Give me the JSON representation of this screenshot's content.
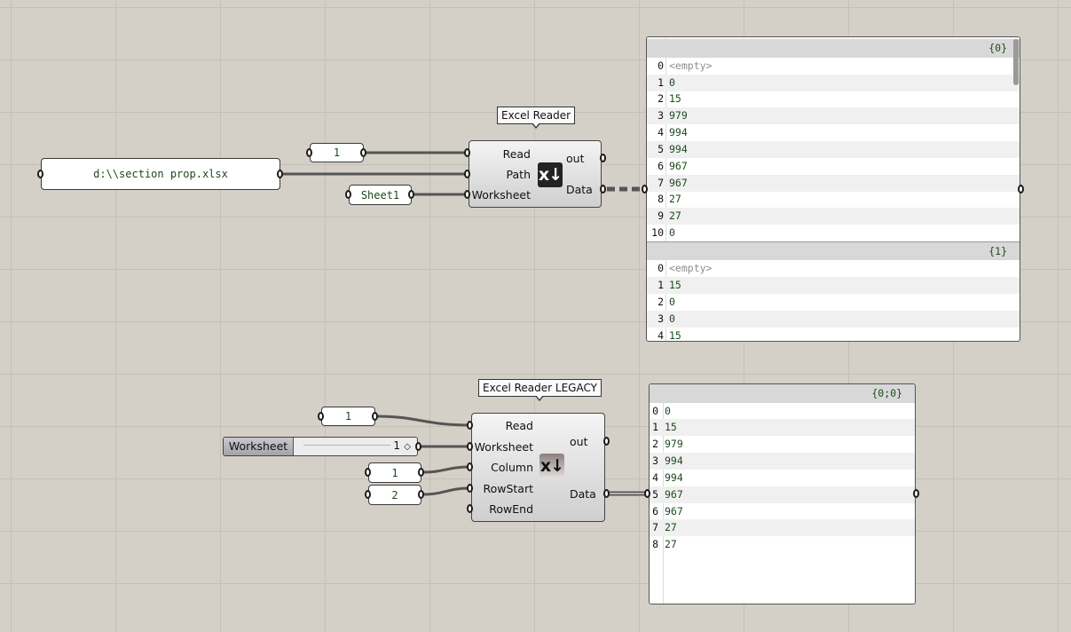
{
  "canvas": {
    "background": "#d4d0c8",
    "gridline": "#c4c0b8",
    "wire_color": "#555555"
  },
  "params": {
    "read_top": "1",
    "path": "d:\\\\section prop.xlsx",
    "worksheet_top": "Sheet1",
    "read_bottom": "1",
    "column": "1",
    "rowstart": "2"
  },
  "slider": {
    "label": "Worksheet",
    "value": "1",
    "knob_icon": "diamond-icon"
  },
  "reader": {
    "title": "Excel Reader",
    "inputs": [
      "Read",
      "Path",
      "Worksheet"
    ],
    "outputs": [
      "out",
      "Data"
    ],
    "icon_text": "x↓",
    "icon": "excel-read-icon"
  },
  "legacy": {
    "title": "Excel Reader LEGACY",
    "inputs": [
      "Read",
      "Worksheet",
      "Column",
      "RowStart",
      "RowEnd"
    ],
    "outputs": [
      "out",
      "Data"
    ],
    "icon_text": "x↓",
    "icon": "excel-read-icon"
  },
  "panel_top": {
    "branches": [
      {
        "path": "{0}",
        "rows": [
          {
            "i": "0",
            "v": "<empty>",
            "empty": true
          },
          {
            "i": "1",
            "v": "0"
          },
          {
            "i": "2",
            "v": "15"
          },
          {
            "i": "3",
            "v": "979"
          },
          {
            "i": "4",
            "v": "994"
          },
          {
            "i": "5",
            "v": "994"
          },
          {
            "i": "6",
            "v": "967"
          },
          {
            "i": "7",
            "v": "967"
          },
          {
            "i": "8",
            "v": "27"
          },
          {
            "i": "9",
            "v": "27"
          },
          {
            "i": "10",
            "v": "0"
          }
        ]
      },
      {
        "path": "{1}",
        "rows": [
          {
            "i": "0",
            "v": "<empty>",
            "empty": true
          },
          {
            "i": "1",
            "v": "15"
          },
          {
            "i": "2",
            "v": "0"
          },
          {
            "i": "3",
            "v": "0"
          },
          {
            "i": "4",
            "v": "15"
          }
        ]
      }
    ]
  },
  "panel_bottom": {
    "branches": [
      {
        "path": "{0;0}",
        "rows": [
          {
            "i": "0",
            "v": "0"
          },
          {
            "i": "1",
            "v": "15"
          },
          {
            "i": "2",
            "v": "979"
          },
          {
            "i": "3",
            "v": "994"
          },
          {
            "i": "4",
            "v": "994"
          },
          {
            "i": "5",
            "v": "967"
          },
          {
            "i": "6",
            "v": "967"
          },
          {
            "i": "7",
            "v": "27"
          },
          {
            "i": "8",
            "v": "27"
          }
        ]
      }
    ]
  }
}
